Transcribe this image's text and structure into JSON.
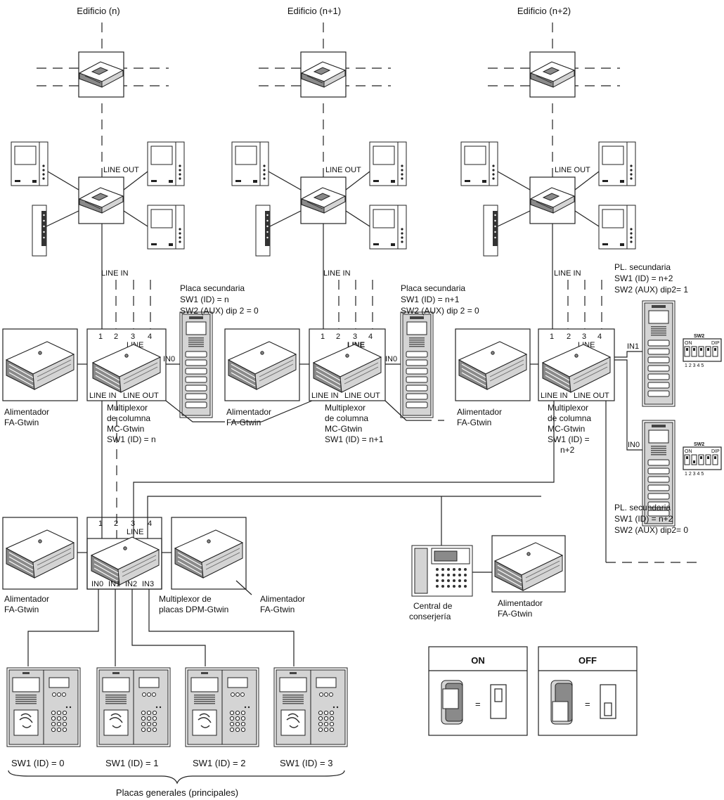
{
  "buildings": [
    {
      "title": "Edificio (n)",
      "line_out": "LINE OUT",
      "line_in": "LINE IN",
      "mux_ports": [
        "1",
        "2",
        "3",
        "4"
      ],
      "mux_line": "LINE",
      "mux_bottom_in": "LINE IN",
      "mux_bottom_out": "LINE OUT",
      "psu_label": [
        "Alimentador",
        "FA-Gtwin"
      ],
      "mux_label": [
        "Multiplexor",
        "de columna",
        "MC-Gtwin",
        "SW1 (ID) = n"
      ],
      "input_label": "IN0",
      "panel_label": [
        "Placa secundaria",
        "SW1 (ID) = n",
        "SW2 (AUX) dip 2 = 0"
      ]
    },
    {
      "title": "Edificio (n+1)",
      "line_out": "LINE OUT",
      "line_in": "LINE IN",
      "mux_ports": [
        "1",
        "2",
        "3",
        "4"
      ],
      "mux_line": "LINE",
      "mux_bottom_in": "LINE IN",
      "mux_bottom_out": "LINE OUT",
      "psu_label": [
        "Alimentador",
        "FA-Gtwin"
      ],
      "mux_label": [
        "Multiplexor",
        "de columna",
        "MC-Gtwin",
        "SW1 (ID) = n+1"
      ],
      "input_label": "IN0",
      "panel_label": [
        "Placa secundaria",
        "SW1 (ID) = n+1",
        "SW2 (AUX) dip 2 = 0"
      ]
    },
    {
      "title": "Edificio (n+2)",
      "line_out": "LINE OUT",
      "line_in": "LINE IN",
      "mux_ports": [
        "1",
        "2",
        "3",
        "4"
      ],
      "mux_line": "LINE",
      "mux_bottom_in": "LINE IN",
      "mux_bottom_out": "LINE OUT",
      "psu_label": [
        "Alimentador",
        "FA-Gtwin"
      ],
      "mux_label": [
        "Multiplexor",
        "de columna",
        "MC-Gtwin",
        "SW1 (ID) =",
        "n+2"
      ]
    }
  ],
  "secondary_panels_n2": {
    "top_label": [
      "PL. secundaria",
      "SW1 (ID) = n+2",
      "SW2 (AUX) dip2= 1"
    ],
    "bottom_label": [
      "PL. secundaria",
      "SW1 (ID) = n+2",
      "SW2 (AUX) dip2= 0"
    ],
    "in_top": "IN1",
    "in_bottom": "IN0",
    "dip_title": "SW2",
    "dip_on": "ON",
    "dip_dip": "DIP",
    "dip_numbers": "1 2 3 4 5"
  },
  "main_mux": {
    "ports": [
      "1",
      "2",
      "3",
      "4"
    ],
    "line": "LINE",
    "inputs": [
      "IN0",
      "IN1",
      "IN2",
      "IN3"
    ],
    "label": [
      "Multiplexor de",
      "placas DPM-Gtwin"
    ],
    "psu_left_label": [
      "Alimentador",
      "FA-Gtwin"
    ],
    "psu_right_label": [
      "Alimentador",
      "FA-Gtwin"
    ]
  },
  "concierge": {
    "label": [
      "Central de",
      "conserjería"
    ],
    "psu_label": [
      "Alimentador",
      "FA-Gtwin"
    ]
  },
  "main_panels": {
    "ids": [
      "SW1 (ID) = 0",
      "SW1 (ID) = 1",
      "SW1 (ID) = 2",
      "SW1 (ID) = 3"
    ],
    "group_label": "Placas generales (principales)"
  },
  "legend": {
    "on": "ON",
    "off": "OFF",
    "equals": "="
  }
}
